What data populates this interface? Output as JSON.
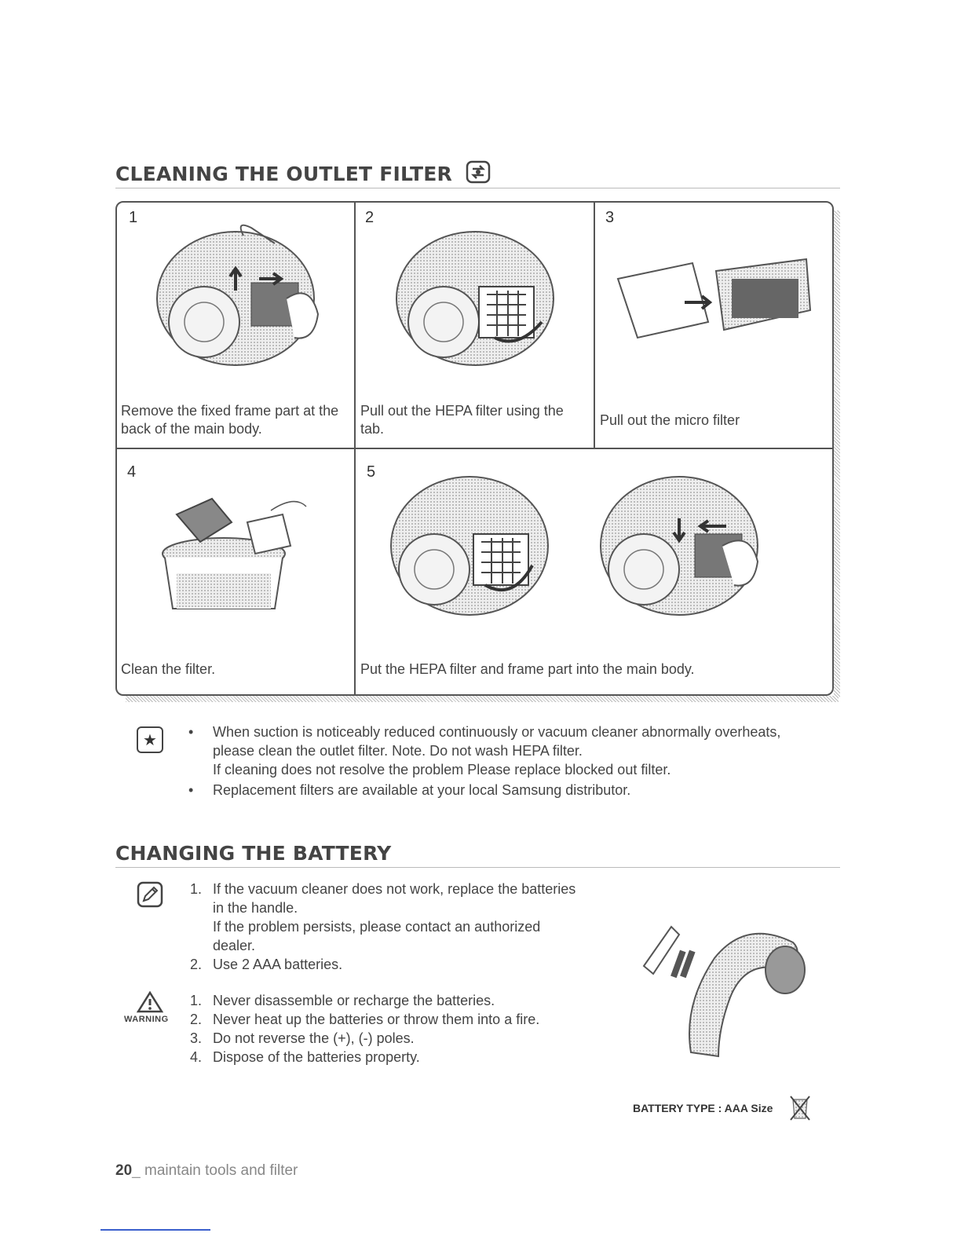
{
  "section1": {
    "title": "CLEANING THE OUTLET FILTER",
    "steps": [
      {
        "num": "1",
        "text": "Remove the fixed frame part at the back of the main body."
      },
      {
        "num": "2",
        "text": "Pull out the HEPA filter using the tab."
      },
      {
        "num": "3",
        "text": "Pull out the micro filter"
      },
      {
        "num": "4",
        "text": "Clean the filter."
      },
      {
        "num": "5",
        "text": "Put the HEPA filter and frame part into the main body."
      }
    ],
    "note_bullets": [
      {
        "line1": "When suction is noticeably reduced continuously or vacuum cleaner abnormally overheats,",
        "line2": "please clean the outlet filter. Note. Do not wash HEPA filter.",
        "line3": "If cleaning does not resolve the problem Please replace blocked out filter."
      },
      {
        "line1": "Replacement filters are available at your local Samsung distributor."
      }
    ]
  },
  "section2": {
    "title": "CHANGING THE BATTERY",
    "note_items": [
      {
        "num": "1.",
        "lines": [
          "If the vacuum cleaner does not work, replace the batteries",
          "in the handle.",
          "If the problem persists, please contact an authorized",
          "dealer."
        ]
      },
      {
        "num": "2.",
        "lines": [
          "Use 2 AAA batteries."
        ]
      }
    ],
    "warning_label": "WARNING",
    "warning_items": [
      {
        "num": "1.",
        "text": "Never disassemble or recharge the batteries."
      },
      {
        "num": "2.",
        "text": "Never heat up the batteries or throw them into a fire."
      },
      {
        "num": "3.",
        "text": "Do not reverse the (+), (-) poles."
      },
      {
        "num": "4.",
        "text": "Dispose of the batteries property."
      }
    ],
    "battery_type": "BATTERY TYPE : AAA Size"
  },
  "footer": {
    "page_number": "20",
    "page_label": "maintain tools and filter"
  },
  "colors": {
    "text": "#444444",
    "rule": "#bbbbbb",
    "footer_link": "#3a5fcd"
  }
}
